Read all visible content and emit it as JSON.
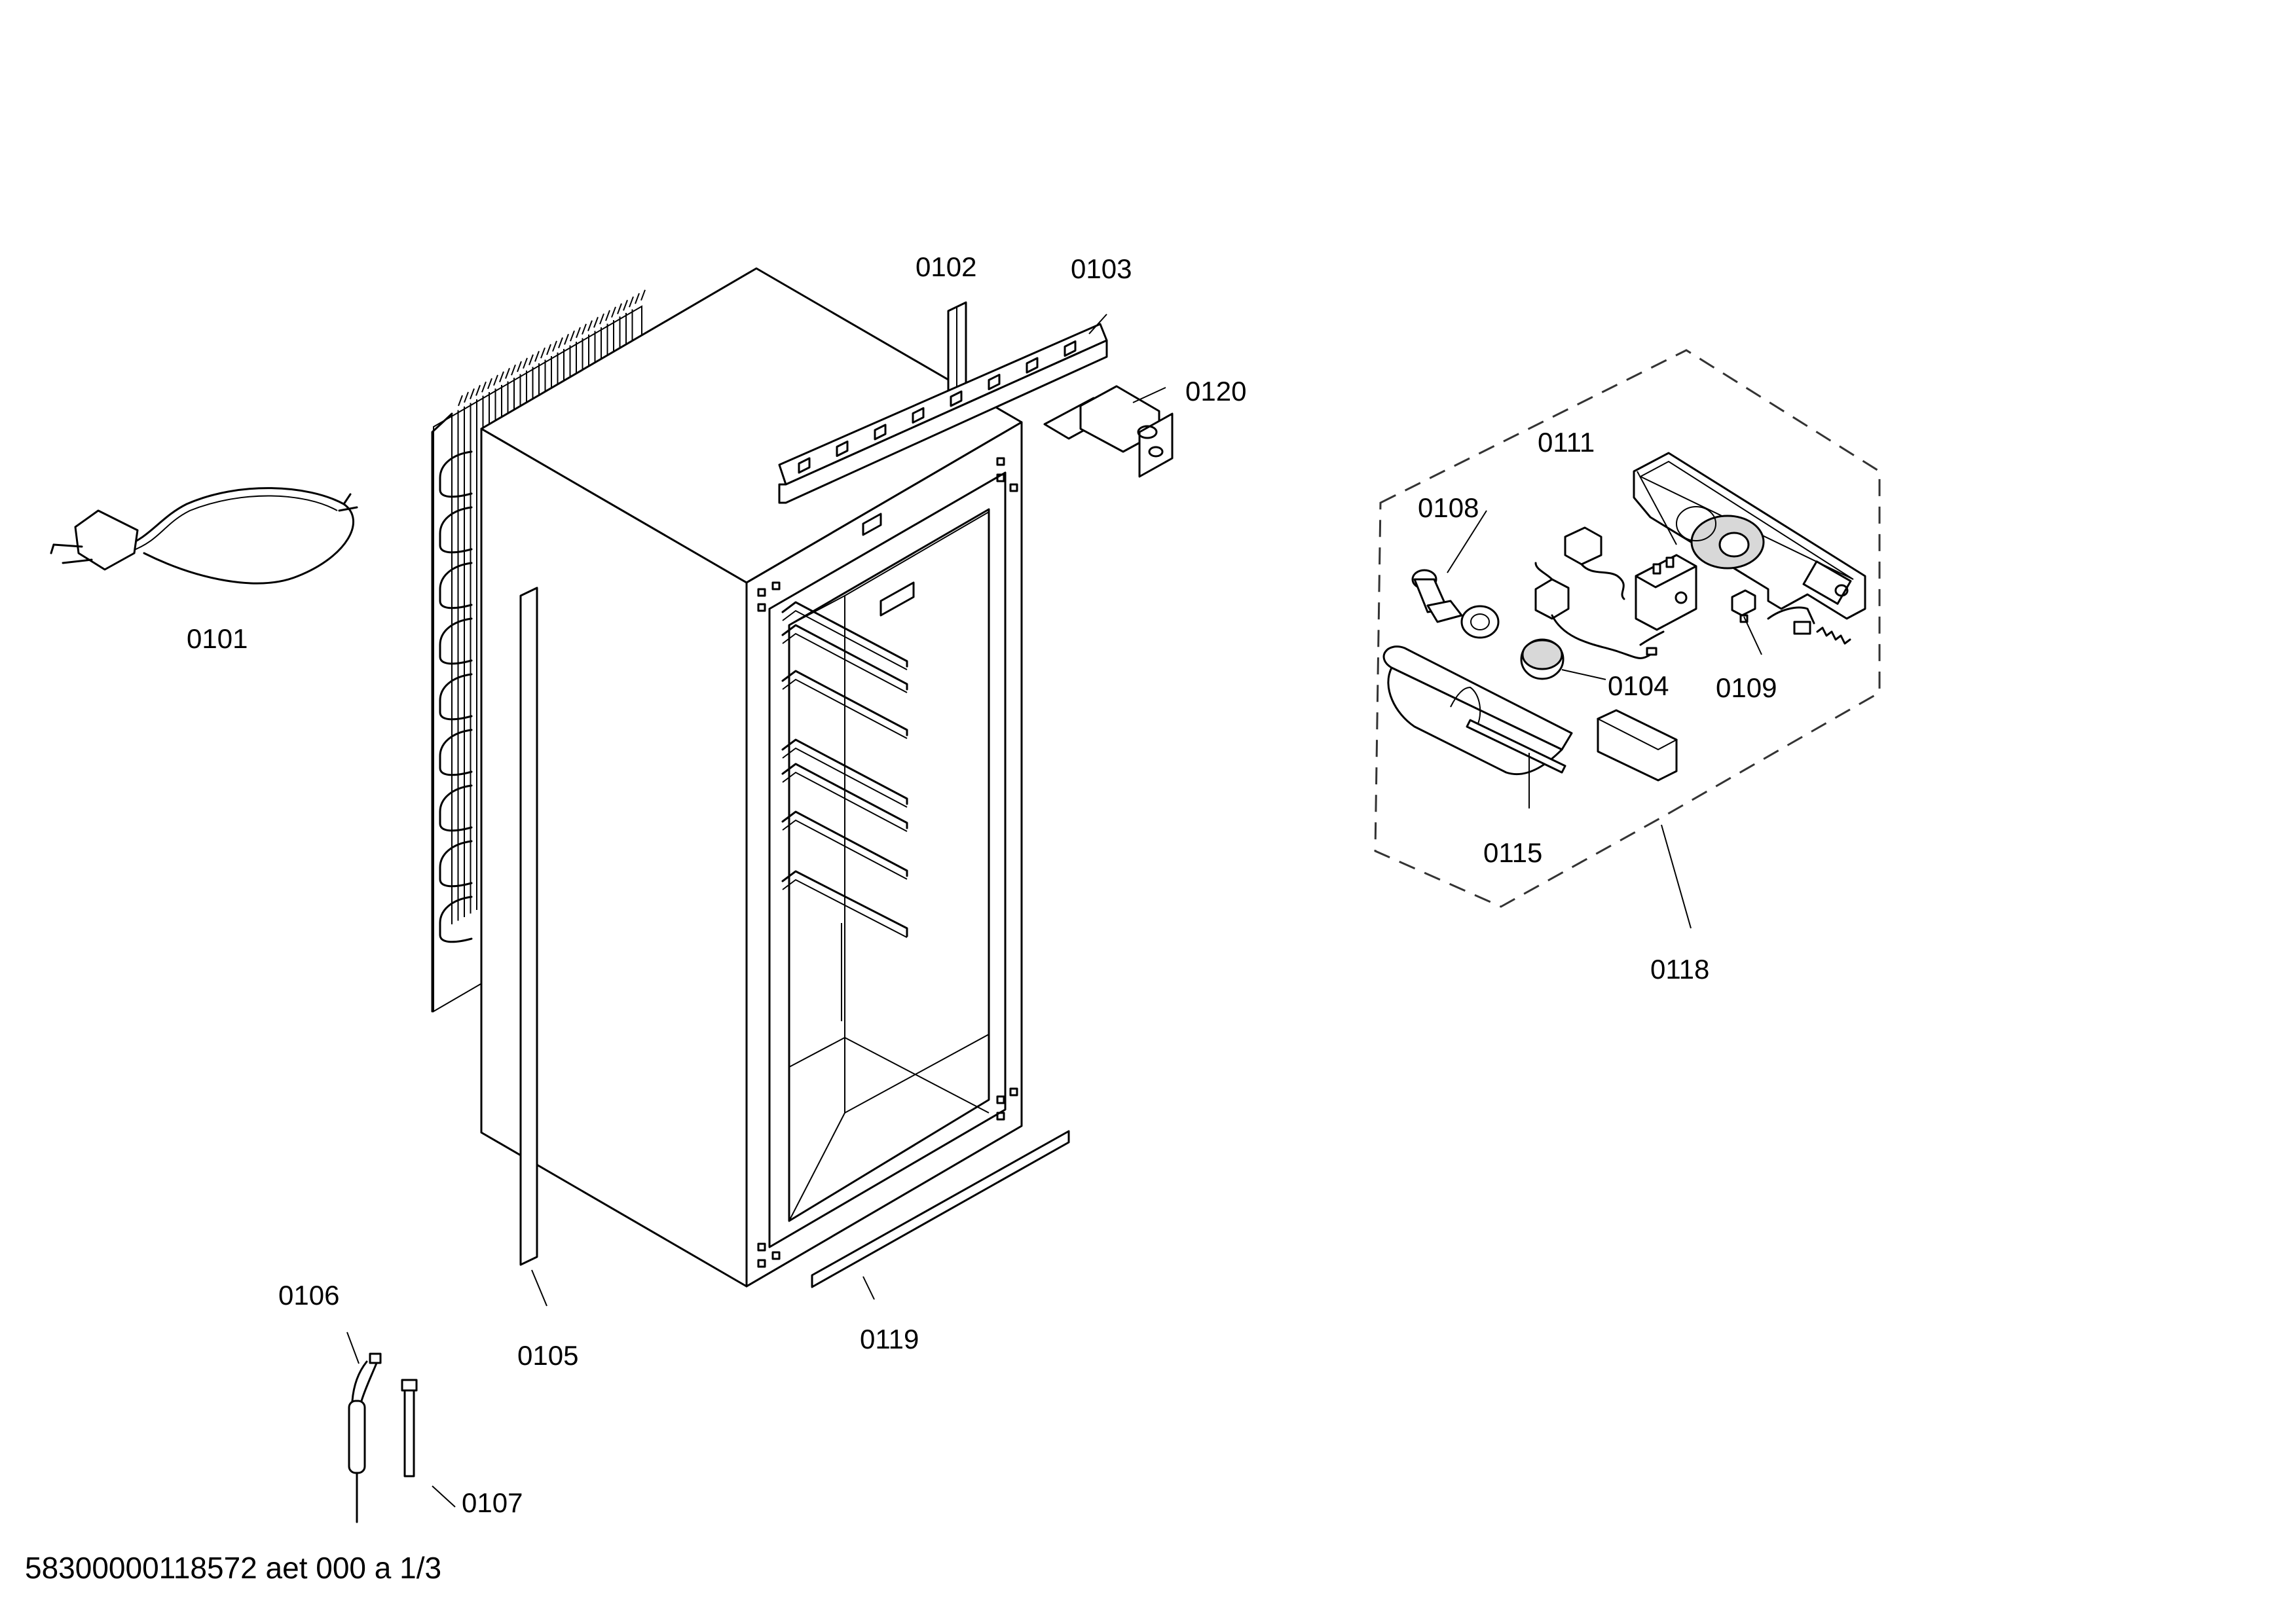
{
  "labels": {
    "p0101": "0101",
    "p0102": "0102",
    "p0103": "0103",
    "p0104": "0104",
    "p0105": "0105",
    "p0106": "0106",
    "p0107": "0107",
    "p0108": "0108",
    "p0109": "0109",
    "p0111": "0111",
    "p0115": "0115",
    "p0118": "0118",
    "p0119": "0119",
    "p0120": "0120"
  },
  "footer": "58300000118572 aet 000 a 1/3"
}
